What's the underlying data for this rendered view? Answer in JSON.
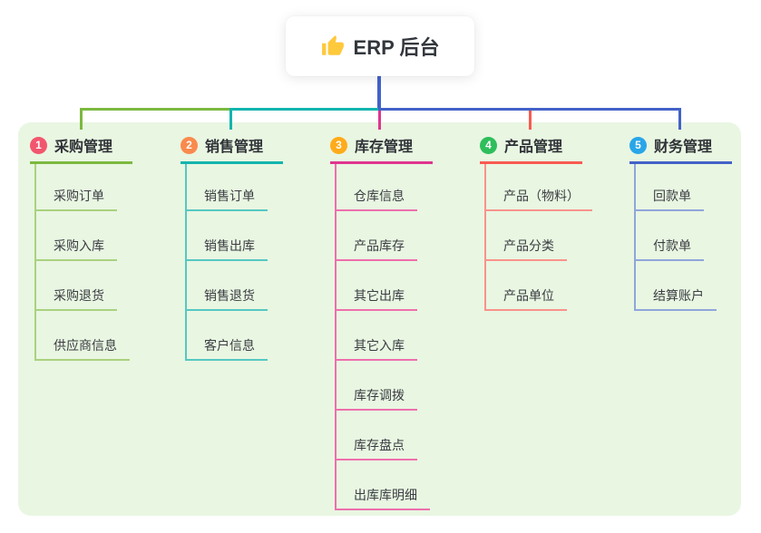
{
  "root": {
    "title": "ERP 后台",
    "icon": "thumbs-up"
  },
  "colors": {
    "canvas_bg": "#FFFFFF",
    "panel_bg": "#E9F6E2",
    "card_bg": "#FFFFFF",
    "title_color": "#33373D",
    "text_color": "#3A3D42",
    "thumb_icon_color": "#FFC93C"
  },
  "branches": [
    {
      "index": "1",
      "label": "采购管理",
      "badge_color": "#F2566E",
      "line_color": "#7CB93F",
      "child_line_color": "#A9D27E",
      "children": [
        "采购订单",
        "采购入库",
        "采购退货",
        "供应商信息"
      ]
    },
    {
      "index": "2",
      "label": "销售管理",
      "badge_color": "#F98A4D",
      "line_color": "#13B5AE",
      "child_line_color": "#55C8C2",
      "children": [
        "销售订单",
        "销售出库",
        "销售退货",
        "客户信息"
      ]
    },
    {
      "index": "3",
      "label": "库存管理",
      "badge_color": "#FFAB1A",
      "line_color": "#E0358E",
      "child_line_color": "#EE6FAC",
      "children": [
        "仓库信息",
        "产品库存",
        "其它出库",
        "其它入库",
        "库存调拨",
        "库存盘点",
        "出库库明细"
      ]
    },
    {
      "index": "4",
      "label": "产品管理",
      "badge_color": "#2EBE5B",
      "line_color": "#F95B51",
      "child_line_color": "#F9938C",
      "children": [
        "产品（物料）",
        "产品分类",
        "产品单位"
      ]
    },
    {
      "index": "5",
      "label": "财务管理",
      "badge_color": "#29A6E8",
      "line_color": "#4362C8",
      "child_line_color": "#90A6DB",
      "children": [
        "回款单",
        "付款单",
        "结算账户"
      ]
    }
  ]
}
